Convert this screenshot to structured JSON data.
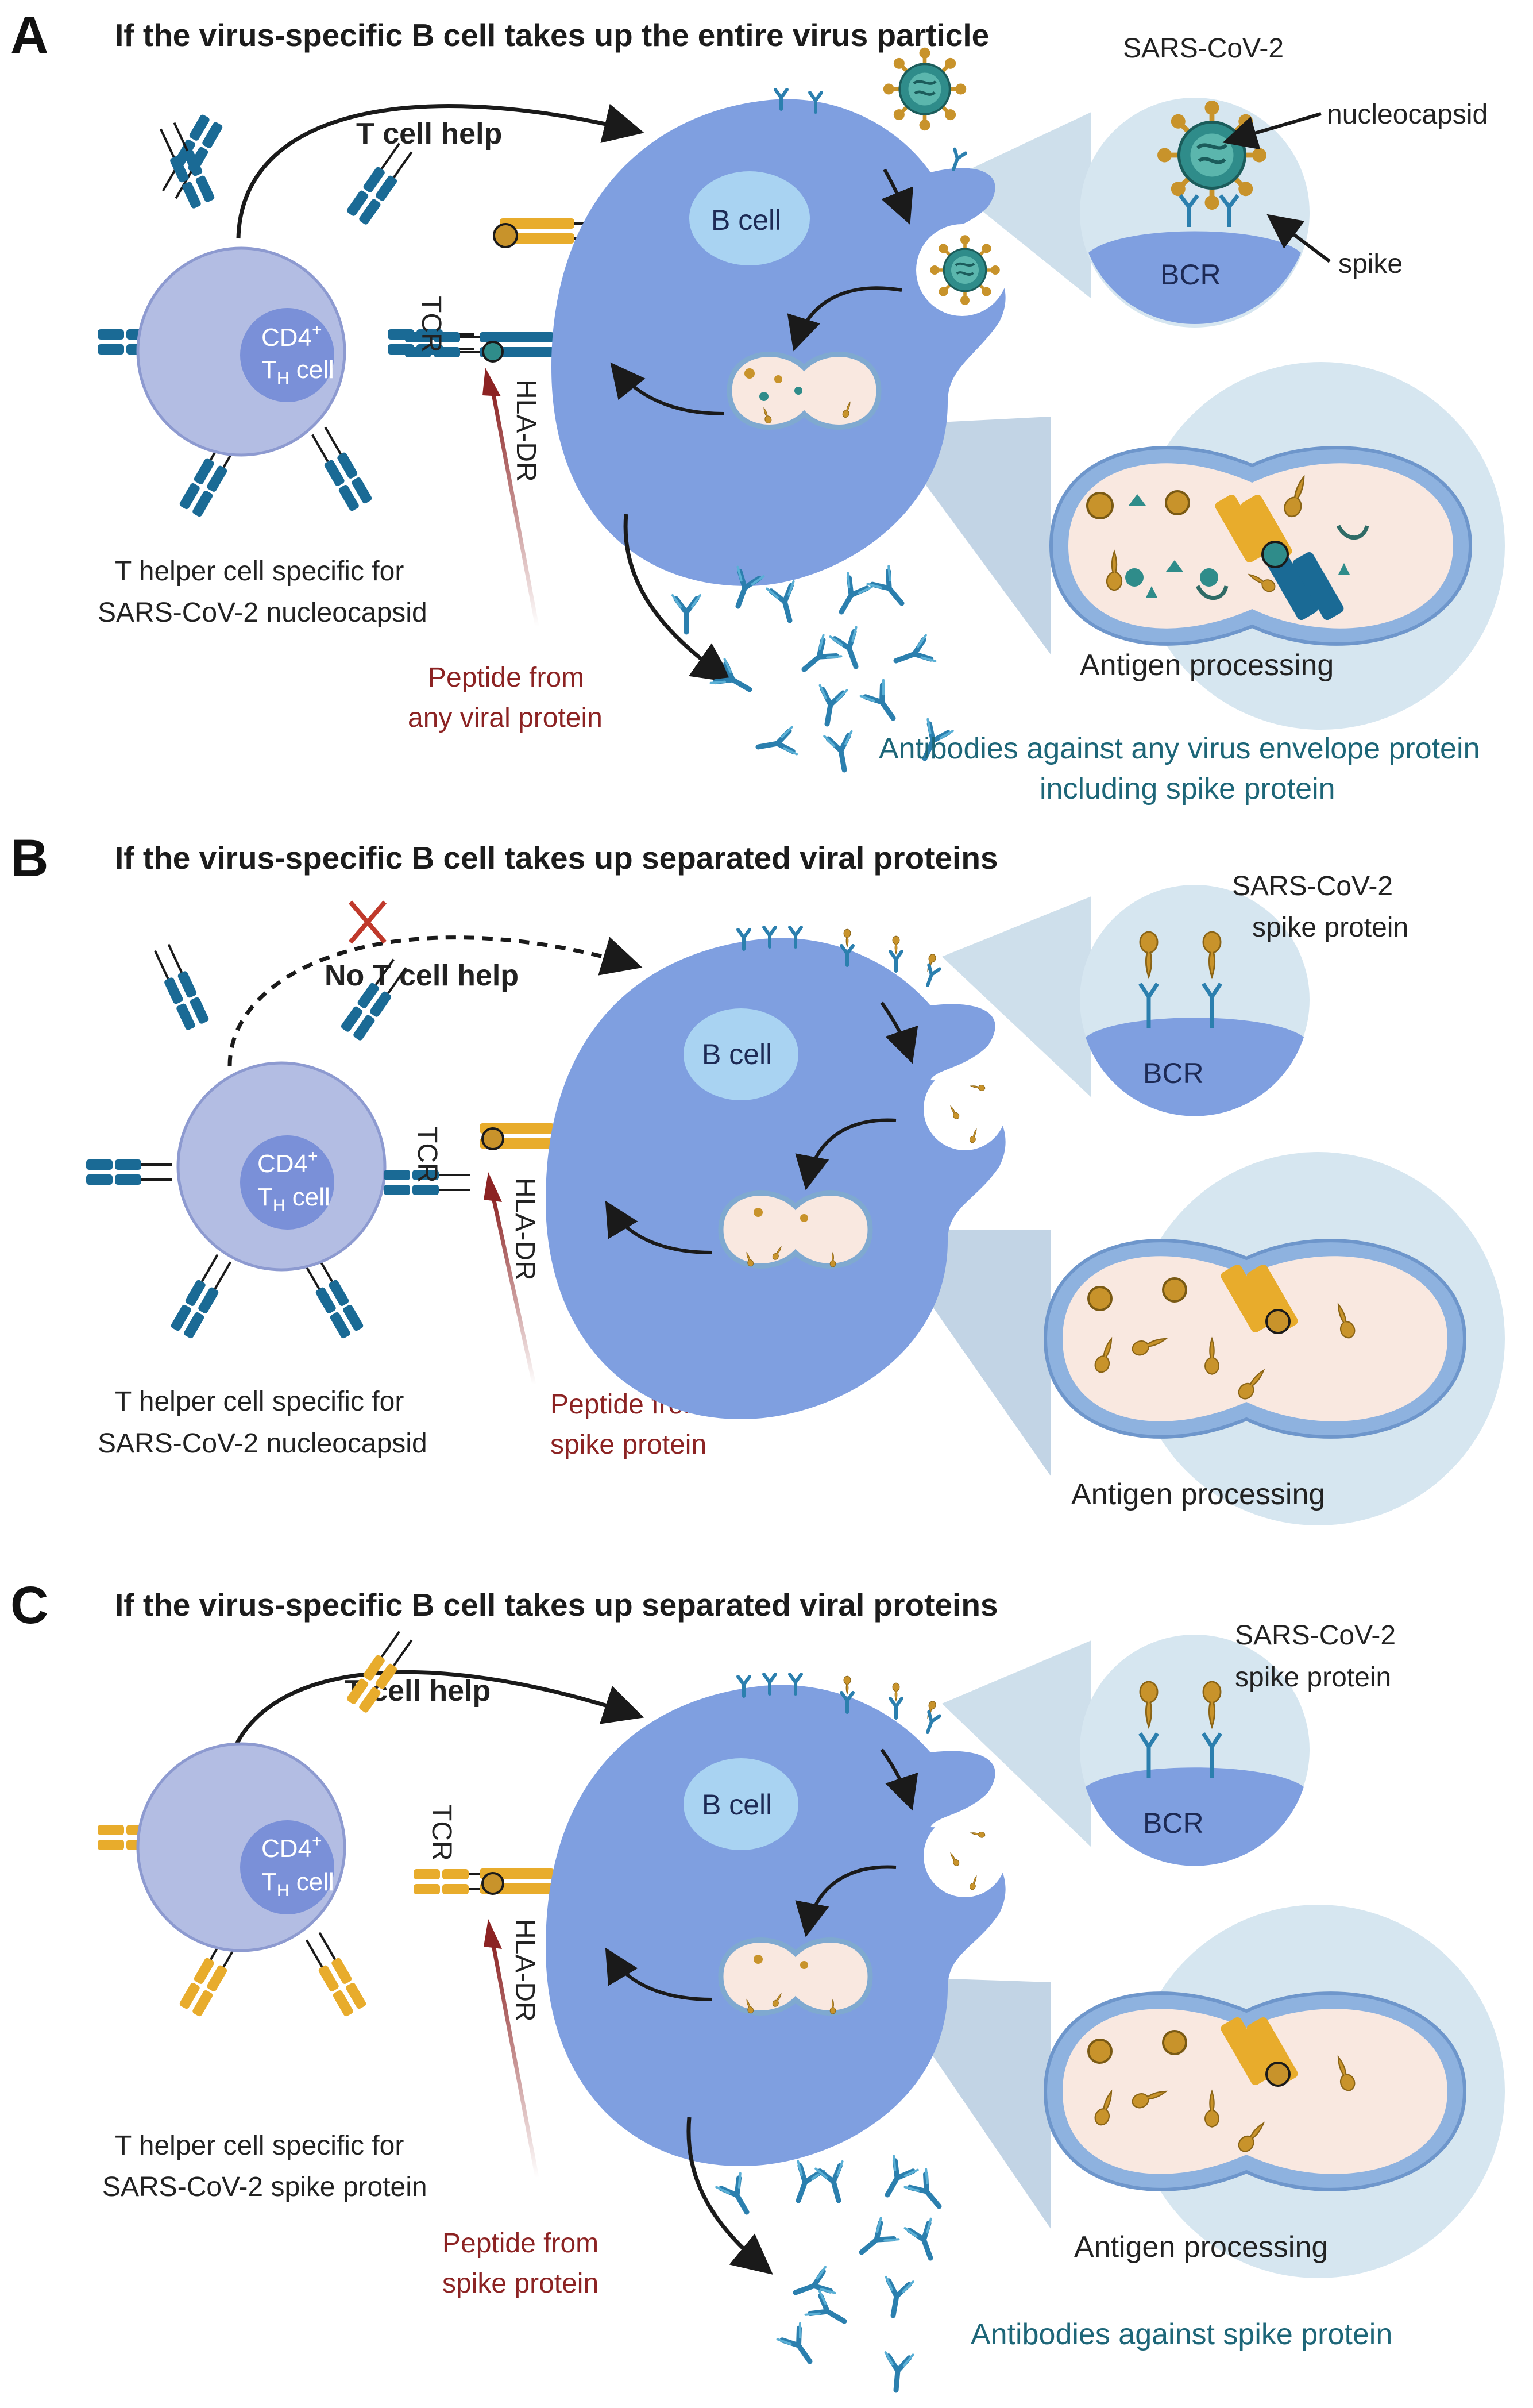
{
  "panels": [
    {
      "letter": "A",
      "title": "If the virus-specific B cell takes up the entire virus particle",
      "help_label": "T cell help",
      "t_cell_label_1": "CD4",
      "t_cell_label_2": "T",
      "t_cell_label_sub": "H",
      "t_cell_label_3": " cell",
      "tcr": "TCR",
      "hla": "HLA-DR",
      "b_cell": "B cell",
      "th_desc_1": "T helper cell specific for",
      "th_desc_2": "SARS-CoV-2 nucleocapsid",
      "peptide_1": "Peptide from",
      "peptide_2": "any viral protein",
      "zoom_title": "SARS-CoV-2",
      "zoom_nucleocapsid": "nucleocapsid",
      "zoom_spike": "spike",
      "bcr": "BCR",
      "antigen_processing": "Antigen processing",
      "antibodies_1": "Antibodies against any virus envelope protein",
      "antibodies_2": "including spike protein"
    },
    {
      "letter": "B",
      "title": "If the virus-specific B cell takes up separated viral proteins",
      "help_label": "No T cell help",
      "t_cell_label_1": "CD4",
      "t_cell_label_2": "T",
      "t_cell_label_sub": "H",
      "t_cell_label_3": " cell",
      "tcr": "TCR",
      "hla": "HLA-DR",
      "b_cell": "B cell",
      "th_desc_1": "T helper cell specific for",
      "th_desc_2": "SARS-CoV-2 nucleocapsid",
      "peptide_1": "Peptide from",
      "peptide_2": "spike protein",
      "zoom_title_1": "SARS-CoV-2",
      "zoom_title_2": "spike protein",
      "bcr": "BCR",
      "antigen_processing": "Antigen processing"
    },
    {
      "letter": "C",
      "title": "If the virus-specific B cell takes up separated viral proteins",
      "help_label": "T cell help",
      "t_cell_label_1": "CD4",
      "t_cell_label_2": "T",
      "t_cell_label_sub": "H",
      "t_cell_label_3": " cell",
      "tcr": "TCR",
      "hla": "HLA-DR",
      "b_cell": "B cell",
      "th_desc_1": "T helper cell specific for",
      "th_desc_2": "SARS-CoV-2 spike protein",
      "peptide_1": "Peptide from",
      "peptide_2": "spike protein",
      "zoom_title_1": "SARS-CoV-2",
      "zoom_title_2": "spike protein",
      "bcr": "BCR",
      "antigen_processing": "Antigen processing",
      "antibodies_1": "Antibodies against spike protein"
    }
  ],
  "colors": {
    "b_cell": "#7f9fe0",
    "b_nucleus": "#a9d3f2",
    "t_cell": "#b3bde3",
    "t_nucleus": "#7a90d8",
    "tcr_blue": "#1a6a95",
    "tcr_gold": "#e8ac2c",
    "spike_gold": "#c8932b",
    "antibody": "#2b7fae",
    "zoom_bg": "#d6e6f0",
    "endosome": "#f9e8e0",
    "peptide_red": "#8c2323",
    "antibody_text": "#1d6678"
  }
}
